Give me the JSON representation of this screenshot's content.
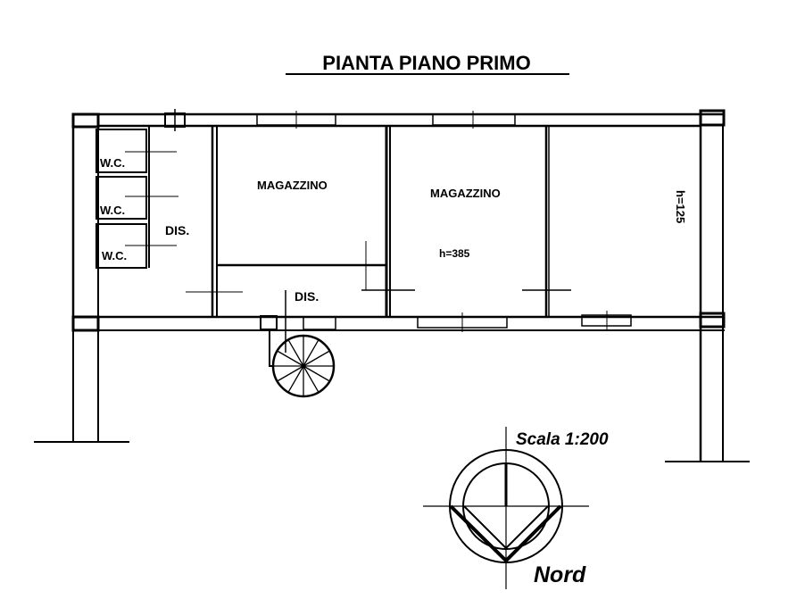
{
  "title": "PIANTA PIANO PRIMO",
  "rooms": {
    "wc1": "W.C.",
    "wc2": "W.C.",
    "wc3": "W.C.",
    "dis_left": "DIS.",
    "magazzino1": "MAGAZZINO",
    "dis_bottom": "DIS.",
    "magazzino2": "MAGAZZINO",
    "height_mag2": "h=385",
    "height_right": "h=125"
  },
  "scale": "Scala 1:200",
  "north": "Nord"
}
